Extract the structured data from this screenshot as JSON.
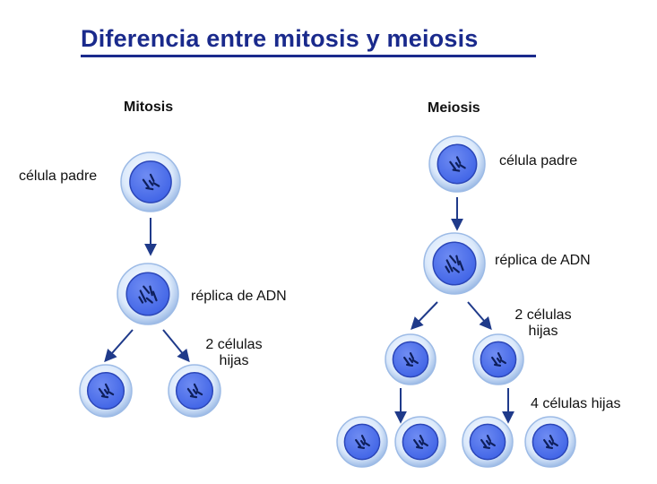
{
  "title": "Diferencia entre mitosis y meiosis",
  "mitosis": {
    "heading": "Mitosis",
    "parent_label": "célula padre",
    "replica_label": "réplica de ADN",
    "daughters_label_line1": "2 células",
    "daughters_label_line2": "hijas"
  },
  "meiosis": {
    "heading": "Meiosis",
    "parent_label": "célula padre",
    "replica_label": "réplica de ADN",
    "daughters_label_line1": "2 células",
    "daughters_label_line2": "hijas",
    "final_label": "4 células hijas"
  },
  "colors": {
    "title": "#1a2a8c",
    "arrow": "#1f3a8a",
    "cell_outer": "#dbe9fb",
    "cell_rim": "#9dbbe6",
    "nucleus": "#3f63e6",
    "nucleus_edge": "#2b46b8",
    "chromosome": "#0e1f5c"
  }
}
